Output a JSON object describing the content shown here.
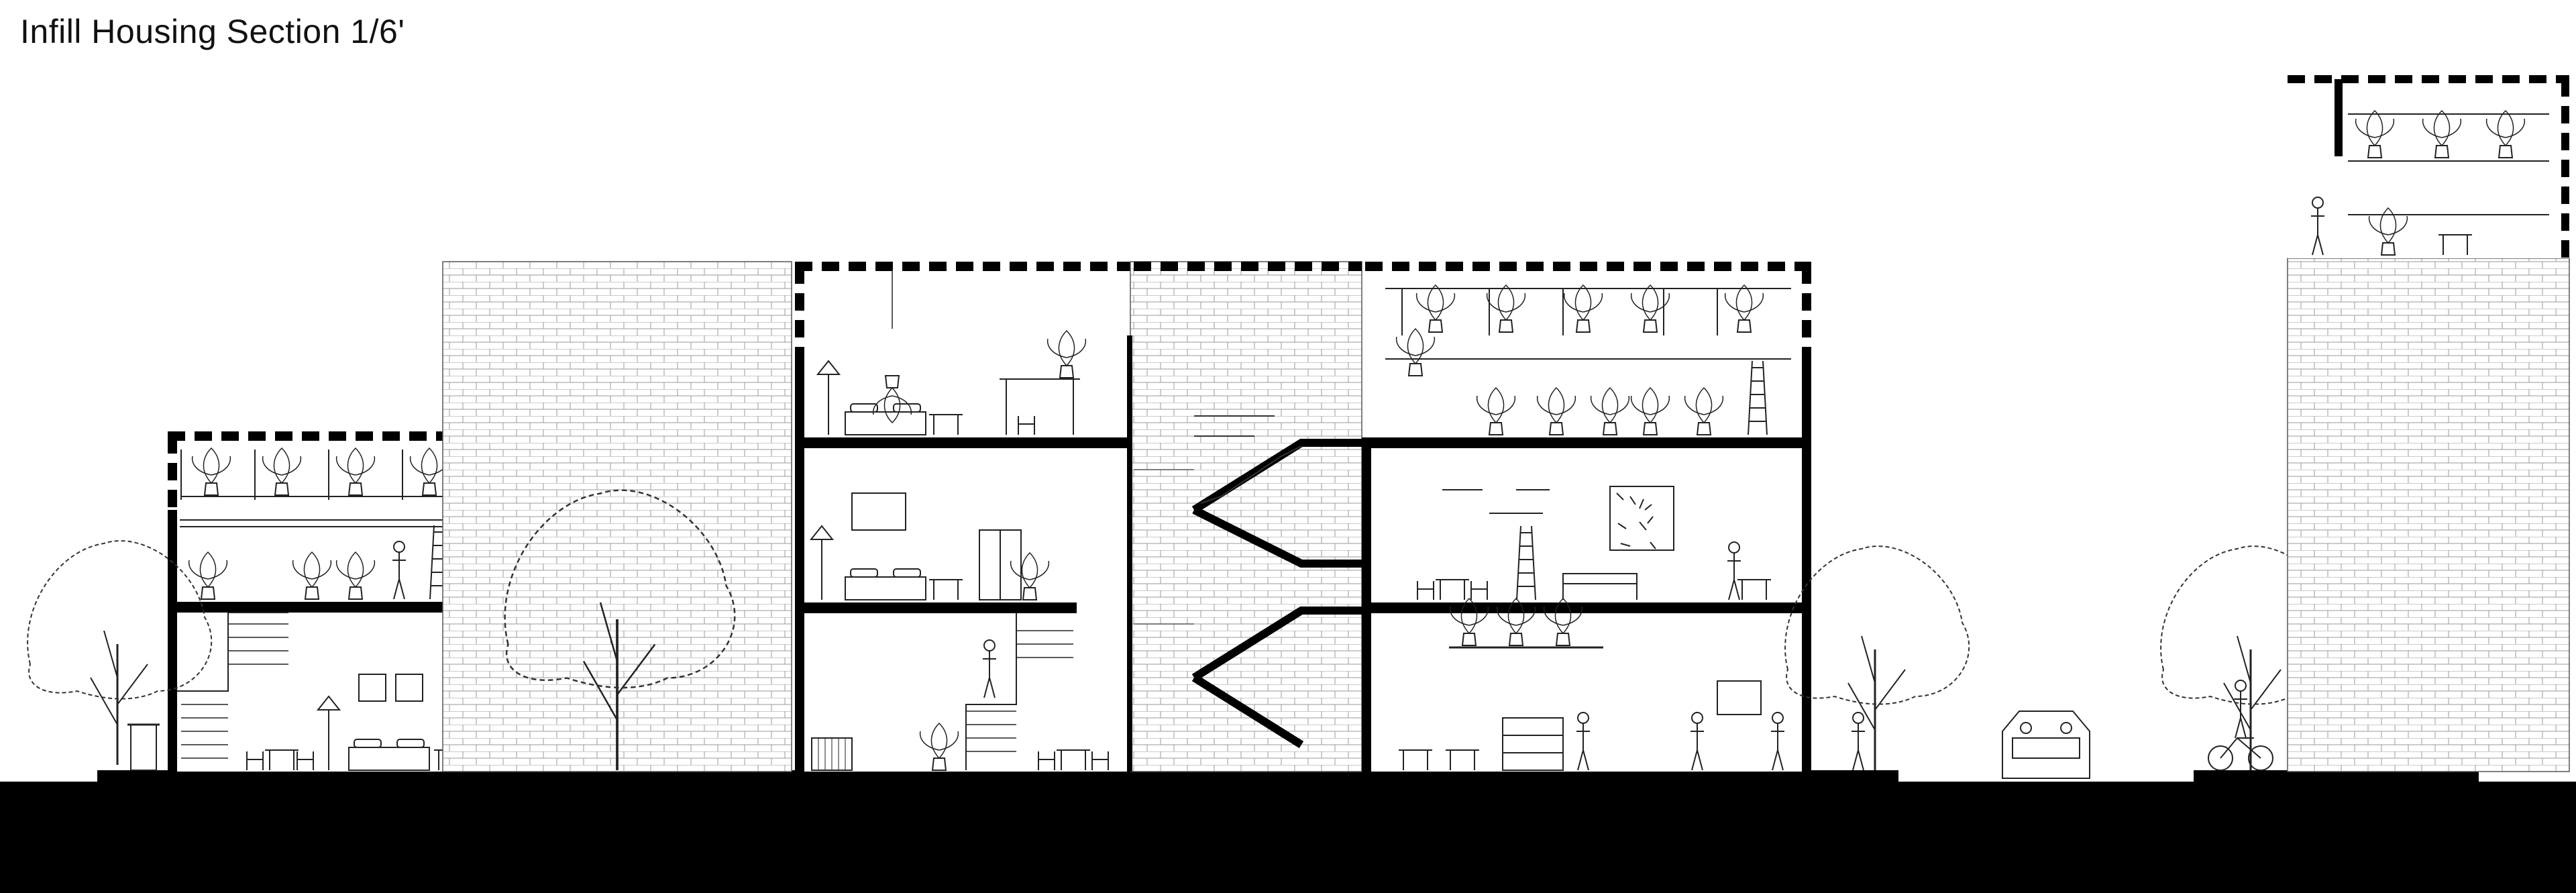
{
  "title": "Infill Housing Section 1/6'",
  "colors": {
    "ink": "#000000",
    "line": "#1a1a1a",
    "paper": "#ffffff",
    "brick_mortar": "#9a9a9a"
  },
  "elements": {
    "buildings": [
      "left-house",
      "brick-wall-left",
      "middle-house",
      "stair-core",
      "right-house",
      "right-tower"
    ],
    "icons": [
      "tree-icon",
      "person-icon",
      "plant-icon",
      "bed-icon",
      "chair-icon",
      "table-icon",
      "ladder-icon",
      "jeep-icon",
      "bicycle-icon",
      "lamp-icon",
      "sofa-icon",
      "trash-bin-icon",
      "wardrobe-icon",
      "bookshelf-icon",
      "artwork-icon",
      "crib-icon"
    ]
  }
}
